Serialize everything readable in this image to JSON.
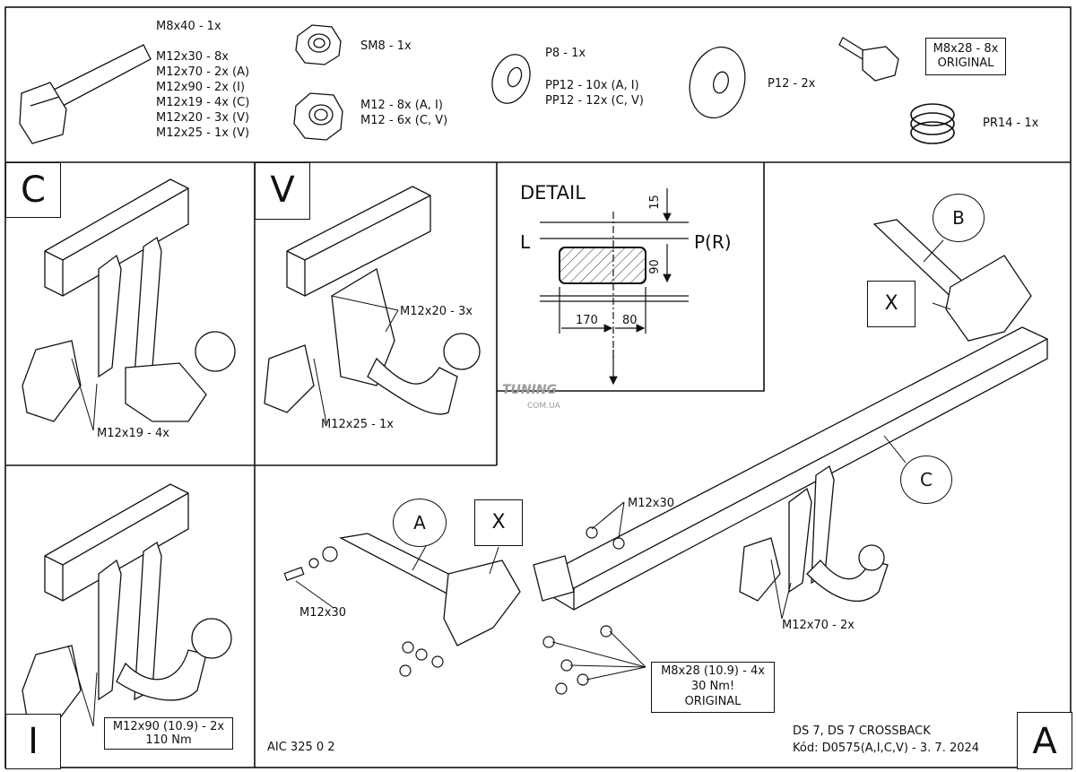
{
  "header_parts": {
    "bolt_list": [
      "M8x40 - 1x",
      "M12x30 - 8x",
      "M12x70 - 2x (A)",
      "M12x90 - 2x (I)",
      "M12x19 - 4x (C)",
      "M12x20 - 3x (V)",
      "M12x25 - 1x (V)"
    ],
    "self_lock_nut": "SM8 - 1x",
    "nut_list": [
      "M12 - 8x (A, I)",
      "M12 - 6x (C, V)"
    ],
    "washer_p8": "P8 - 1x",
    "washer_pp12": [
      "PP12 - 10x (A, I)",
      "PP12 - 12x (C, V)"
    ],
    "washer_p12": "P12 - 2x",
    "original_bolt": [
      "M8x28 - 8x",
      "ORIGINAL"
    ],
    "spring_washer": "PR14 - 1x"
  },
  "variants": {
    "c": {
      "letter": "C",
      "callout": "M12x19 - 4x"
    },
    "v": {
      "letter": "V",
      "callout_top": "M12x20 - 3x",
      "callout_bottom": "M12x25 - 1x"
    },
    "i": {
      "letter": "I",
      "callout": [
        "M12x90 (10.9) - 2x",
        "110 Nm"
      ]
    },
    "a": {
      "letter": "A"
    }
  },
  "detail": {
    "title": "DETAIL",
    "left": "L",
    "right": "P(R)",
    "dim_top": "15",
    "dim_side": "90",
    "dim_left": "170",
    "dim_right": "80"
  },
  "main": {
    "circle_b": "B",
    "circle_c": "C",
    "circle_a": "A",
    "x_top": "X",
    "x_mid": "X",
    "callout_m12x30_top": "M12x30",
    "callout_m12x30_left": "M12x30",
    "callout_m12x70": "M12x70 - 2x",
    "callout_m8x28": [
      "M8x28 (10.9) - 4x",
      "30 Nm!",
      "ORIGINAL"
    ]
  },
  "watermark": {
    "top": "TUNING",
    "bottom": "COM.UA"
  },
  "footer": {
    "code_left": "AIC 325 0 2",
    "vehicle": "DS 7, DS 7 CROSSBACK",
    "code": "Kód: D0575(A,I,C,V) - 3. 7. 2024"
  }
}
